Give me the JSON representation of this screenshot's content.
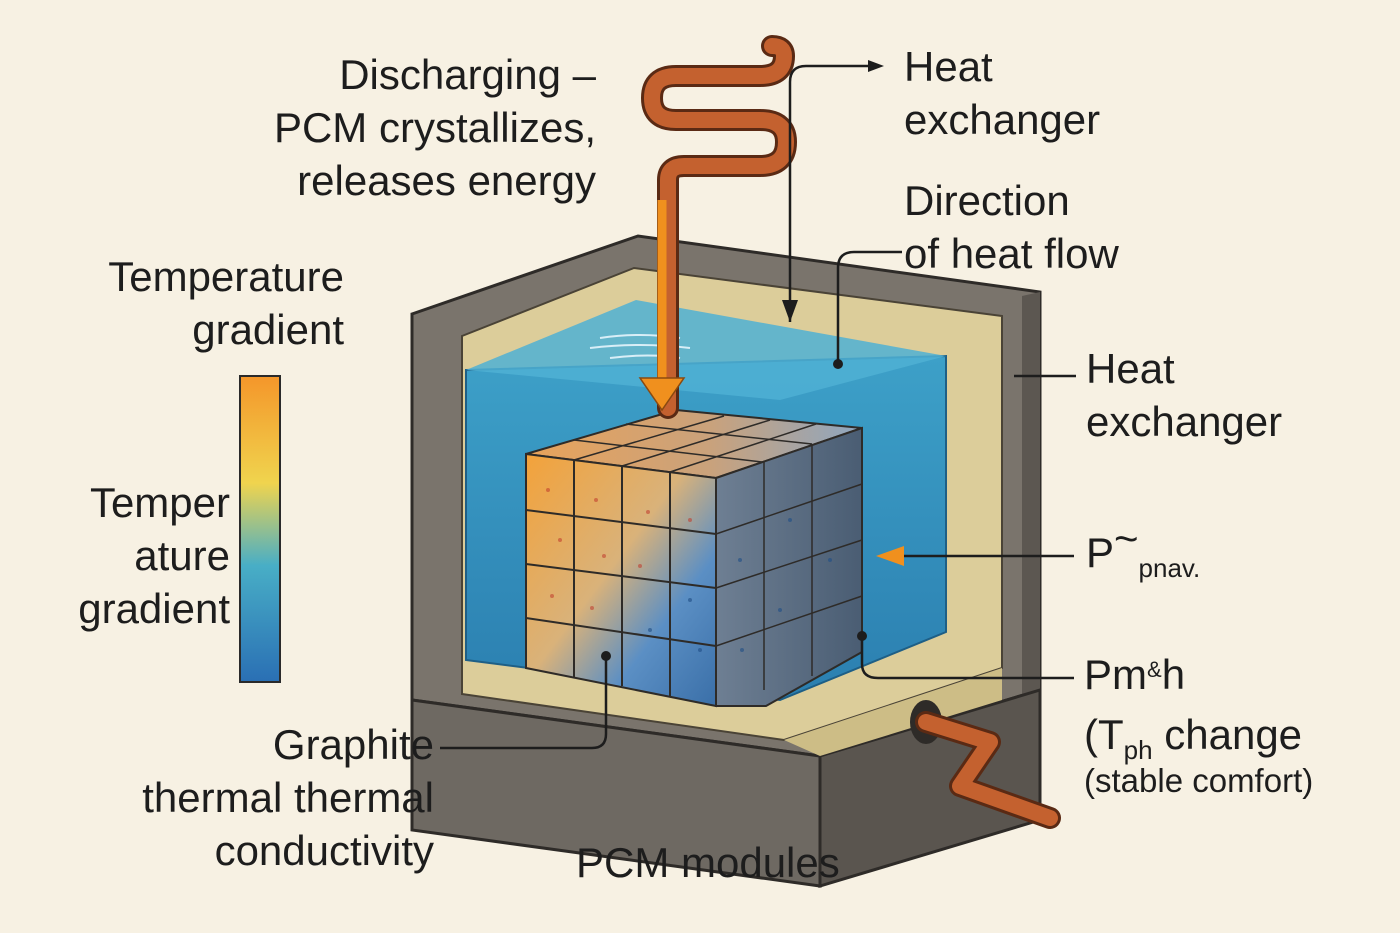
{
  "labels": {
    "discharging": [
      "Discharging –",
      "PCM crystallizes,",
      "releases energy"
    ],
    "heat_exchanger_top": [
      "Heat",
      "exchanger"
    ],
    "direction": [
      "Direction",
      "of heat flow"
    ],
    "heat_exchanger_right": [
      "Heat",
      "exchanger"
    ],
    "temp_gradient_top": [
      "Temperature",
      "gradient"
    ],
    "temp_gradient_side": [
      "Temper",
      "ature",
      "gradient"
    ],
    "graphite": [
      "Graphite",
      "thermal thermal",
      "conductivity"
    ],
    "pcm_modules": "PCM modules",
    "p_label": {
      "main": "P",
      "tilde": "~",
      "sub": "pnav."
    },
    "pm_label": {
      "line1": "Pm",
      "line1_mark": "&",
      "line1_end": "h",
      "line2_open": "(T",
      "line2_sub": "ph",
      "line2_end": " change",
      "line3": "(stable comfort)"
    }
  },
  "colors": {
    "background": "#f7f1e3",
    "tank_wall": "#6e6962",
    "insulation": "#dccd9a",
    "water": "#2f8fbc",
    "pipe": "#c4612f",
    "arrow_orange": "#f0901e",
    "gradient_top": "#f4962a",
    "gradient_mid": "#f0d44e",
    "gradient_bottom": "#2a6fb4"
  }
}
